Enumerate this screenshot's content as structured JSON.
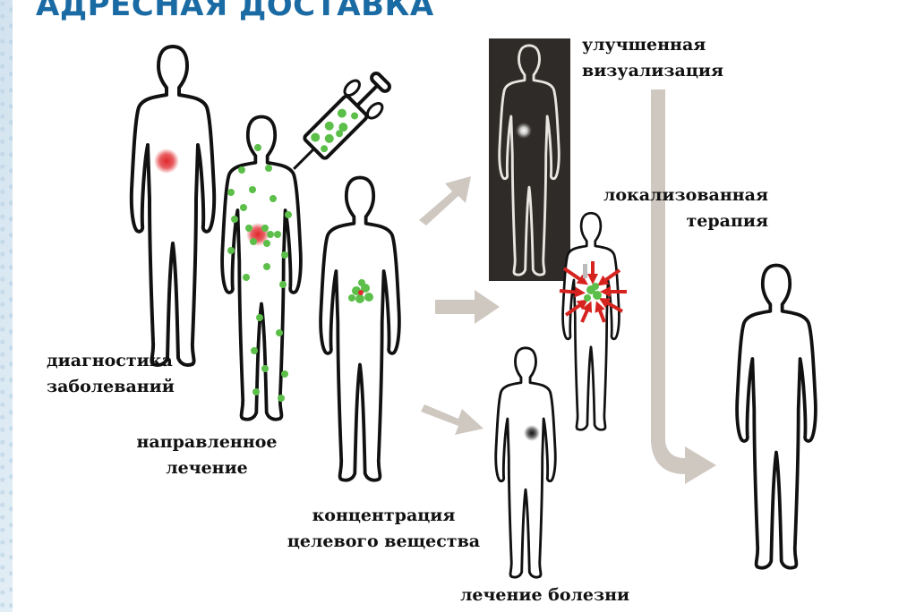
{
  "title": "АДРЕСНАЯ ДОСТАВКА",
  "labels": {
    "diagnostics": [
      "диагностика",
      "заболеваний"
    ],
    "directed": [
      "направленное",
      "лечение"
    ],
    "concentration": [
      "концентрация",
      "целевого вещества"
    ],
    "imaging": [
      "улучшенная",
      "визуализация"
    ],
    "therapy": [
      "локализованная",
      "терапия"
    ],
    "cure": "лечение болезни"
  },
  "colors": {
    "title": "#1a6aa3",
    "arrow": "#cfc8c1",
    "dark_panel": "#2f2b28",
    "particle": "#5cbf4a",
    "disease": "#e0282d",
    "radiation": "#d6231f"
  }
}
